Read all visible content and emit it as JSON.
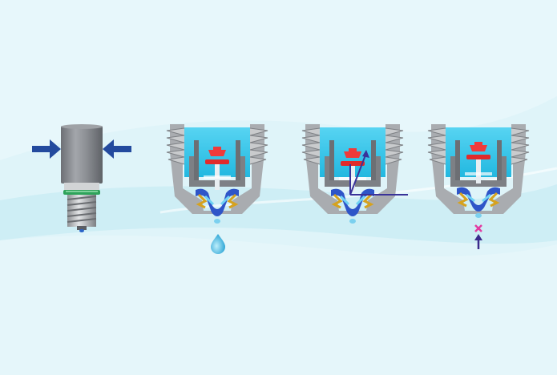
{
  "colors": {
    "background": "#dff4f9",
    "wave": "#b9e6f2",
    "cap_gray": "#8a8d92",
    "housing_gray": "#a9acb0",
    "water_cyan": "#2fc6ea",
    "valve_red": "#f03a3a",
    "seal_blue": "#2e55c8",
    "spring_gold": "#d6a21e",
    "thread_silver": "#c9cbcd",
    "green_ring": "#2ea35a",
    "arrow_blue": "#234a9e",
    "drop": "#41b8df",
    "x_mark": "#e23aa1",
    "up_arrow": "#3b2a8c",
    "motion_line": "#3a3399"
  },
  "figures": [
    {
      "name": "assembled-valve-squeezed",
      "arrows": [
        "left-pointing-in",
        "right-pointing-in"
      ]
    },
    {
      "name": "cutaway-dispensing",
      "indicator": "water-drop"
    },
    {
      "name": "cutaway-valve-motion",
      "indicator": "motion-vectors"
    },
    {
      "name": "cutaway-sealed",
      "indicator": "no-backflow-x-arrow"
    }
  ]
}
